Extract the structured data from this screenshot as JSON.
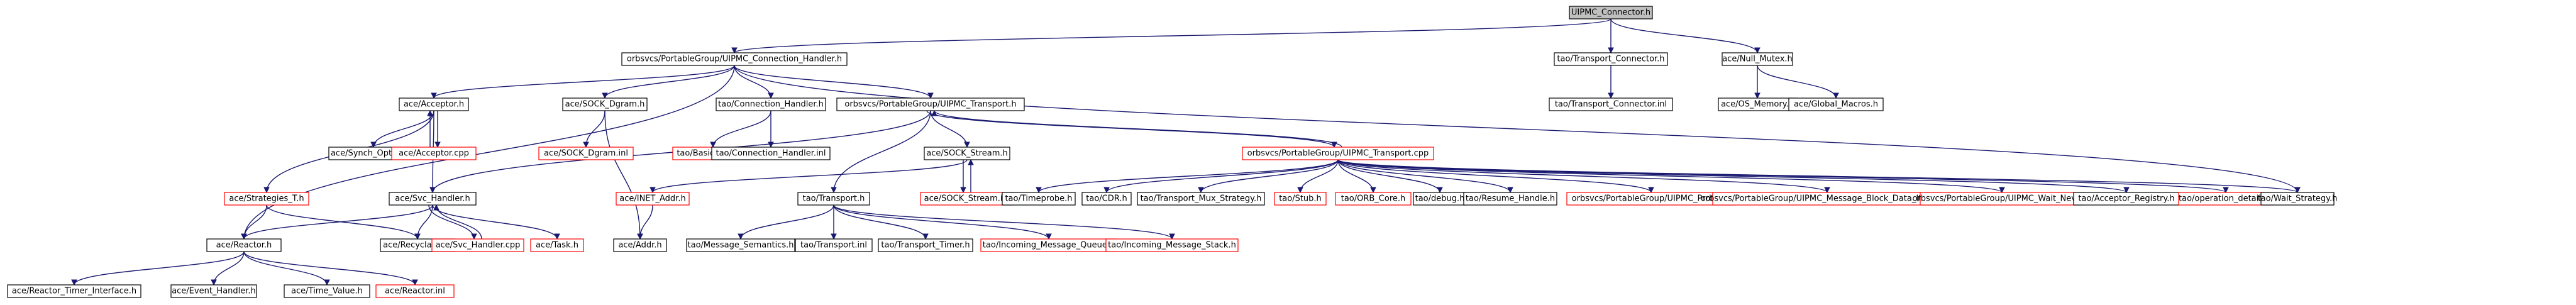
{
  "diagram": {
    "title": "UIPMC_Connector.h",
    "colors": {
      "edge": "#191970",
      "root_fill": "#bfbfbf",
      "node_fill": "#ffffff",
      "node_border": "#000000",
      "missing_border": "#ff0000"
    },
    "nodes": [
      {
        "id": "n0",
        "label": "UIPMC_Connector.h",
        "kind": "root"
      },
      {
        "id": "n1",
        "label": "orbsvcs/PortableGroup/UIPMC_Connection_Handler.h",
        "kind": "normal"
      },
      {
        "id": "n2",
        "label": "tao/Transport_Connector.h",
        "kind": "normal"
      },
      {
        "id": "n3",
        "label": "ace/Null_Mutex.h",
        "kind": "normal"
      },
      {
        "id": "n4",
        "label": "tao/Transport_Connector.inl",
        "kind": "normal"
      },
      {
        "id": "n5",
        "label": "ace/OS_Memory.h",
        "kind": "normal"
      },
      {
        "id": "n6",
        "label": "ace/Global_Macros.h",
        "kind": "normal"
      },
      {
        "id": "n7",
        "label": "ace/Acceptor.h",
        "kind": "normal"
      },
      {
        "id": "n8",
        "label": "ace/SOCK_Dgram.h",
        "kind": "normal"
      },
      {
        "id": "n9",
        "label": "tao/Connection_Handler.h",
        "kind": "normal"
      },
      {
        "id": "n10",
        "label": "orbsvcs/PortableGroup/UIPMC_Transport.h",
        "kind": "normal"
      },
      {
        "id": "n11",
        "label": "ace/Synch_Options.h",
        "kind": "normal"
      },
      {
        "id": "n12",
        "label": "ace/Acceptor.cpp",
        "kind": "missing"
      },
      {
        "id": "n13",
        "label": "ace/SOCK_Dgram.inl",
        "kind": "missing"
      },
      {
        "id": "n14",
        "label": "tao/Basic_Types.h",
        "kind": "missing"
      },
      {
        "id": "n15",
        "label": "tao/Connection_Handler.inl",
        "kind": "normal"
      },
      {
        "id": "n16",
        "label": "ace/SOCK_Stream.h",
        "kind": "normal"
      },
      {
        "id": "n17",
        "label": "orbsvcs/PortableGroup/UIPMC_Transport.cpp",
        "kind": "missing"
      },
      {
        "id": "n18",
        "label": "ace/Strategies_T.h",
        "kind": "missing"
      },
      {
        "id": "n19",
        "label": "ace/Svc_Handler.h",
        "kind": "normal"
      },
      {
        "id": "n20",
        "label": "ace/INET_Addr.h",
        "kind": "missing"
      },
      {
        "id": "n21",
        "label": "tao/Transport.h",
        "kind": "normal"
      },
      {
        "id": "n22",
        "label": "ace/SOCK_Stream.inl",
        "kind": "missing"
      },
      {
        "id": "n23",
        "label": "tao/Timeprobe.h",
        "kind": "normal"
      },
      {
        "id": "n24",
        "label": "tao/CDR.h",
        "kind": "normal"
      },
      {
        "id": "n25",
        "label": "tao/Transport_Mux_Strategy.h",
        "kind": "normal"
      },
      {
        "id": "n26",
        "label": "tao/Stub.h",
        "kind": "missing"
      },
      {
        "id": "n27",
        "label": "tao/ORB_Core.h",
        "kind": "missing"
      },
      {
        "id": "n28",
        "label": "tao/debug.h",
        "kind": "normal"
      },
      {
        "id": "n29",
        "label": "tao/Resume_Handle.h",
        "kind": "normal"
      },
      {
        "id": "n30",
        "label": "orbsvcs/PortableGroup/UIPMC_Profile.h",
        "kind": "missing"
      },
      {
        "id": "n31",
        "label": "orbsvcs/PortableGroup/UIPMC_Message_Block_Data_Iterator.h",
        "kind": "missing"
      },
      {
        "id": "n32",
        "label": "orbsvcs/PortableGroup/UIPMC_Wait_Never.h",
        "kind": "missing"
      },
      {
        "id": "n33",
        "label": "tao/Acceptor_Registry.h",
        "kind": "normal"
      },
      {
        "id": "n34",
        "label": "tao/operation_details.h",
        "kind": "missing"
      },
      {
        "id": "n35",
        "label": "tao/Wait_Strategy.h",
        "kind": "normal"
      },
      {
        "id": "n36",
        "label": "ace/Reactor.h",
        "kind": "normal"
      },
      {
        "id": "n37",
        "label": "ace/Recyclable.h",
        "kind": "normal"
      },
      {
        "id": "n38",
        "label": "ace/Svc_Handler.cpp",
        "kind": "missing"
      },
      {
        "id": "n39",
        "label": "ace/Task.h",
        "kind": "missing"
      },
      {
        "id": "n40",
        "label": "ace/Addr.h",
        "kind": "normal"
      },
      {
        "id": "n41",
        "label": "tao/Message_Semantics.h",
        "kind": "normal"
      },
      {
        "id": "n42",
        "label": "tao/Transport.inl",
        "kind": "normal"
      },
      {
        "id": "n43",
        "label": "tao/Transport_Timer.h",
        "kind": "normal"
      },
      {
        "id": "n44",
        "label": "tao/Incoming_Message_Queue.h",
        "kind": "missing"
      },
      {
        "id": "n45",
        "label": "tao/Incoming_Message_Stack.h",
        "kind": "missing"
      },
      {
        "id": "n46",
        "label": "ace/Reactor_Timer_Interface.h",
        "kind": "normal"
      },
      {
        "id": "n47",
        "label": "ace/Event_Handler.h",
        "kind": "normal"
      },
      {
        "id": "n48",
        "label": "ace/Time_Value.h",
        "kind": "normal"
      },
      {
        "id": "n49",
        "label": "ace/Reactor.inl",
        "kind": "missing"
      }
    ],
    "edges": [
      [
        "n0",
        "n1"
      ],
      [
        "n0",
        "n2"
      ],
      [
        "n0",
        "n3"
      ],
      [
        "n2",
        "n4"
      ],
      [
        "n3",
        "n5"
      ],
      [
        "n3",
        "n6"
      ],
      [
        "n1",
        "n7"
      ],
      [
        "n1",
        "n8"
      ],
      [
        "n1",
        "n9"
      ],
      [
        "n1",
        "n10"
      ],
      [
        "n1",
        "n36"
      ],
      [
        "n1",
        "n35"
      ],
      [
        "n7",
        "n11"
      ],
      [
        "n7",
        "n12"
      ],
      [
        "n12",
        "n7"
      ],
      [
        "n7",
        "n18"
      ],
      [
        "n7",
        "n19"
      ],
      [
        "n8",
        "n13"
      ],
      [
        "n8",
        "n40"
      ],
      [
        "n9",
        "n14"
      ],
      [
        "n9",
        "n15"
      ],
      [
        "n10",
        "n16"
      ],
      [
        "n10",
        "n17"
      ],
      [
        "n17",
        "n10"
      ],
      [
        "n10",
        "n19"
      ],
      [
        "n10",
        "n21"
      ],
      [
        "n16",
        "n22"
      ],
      [
        "n22",
        "n16"
      ],
      [
        "n16",
        "n20"
      ],
      [
        "n17",
        "n23"
      ],
      [
        "n17",
        "n24"
      ],
      [
        "n17",
        "n25"
      ],
      [
        "n17",
        "n26"
      ],
      [
        "n17",
        "n27"
      ],
      [
        "n17",
        "n28"
      ],
      [
        "n17",
        "n29"
      ],
      [
        "n17",
        "n30"
      ],
      [
        "n17",
        "n31"
      ],
      [
        "n17",
        "n32"
      ],
      [
        "n17",
        "n33"
      ],
      [
        "n17",
        "n34"
      ],
      [
        "n17",
        "n35"
      ],
      [
        "n18",
        "n36"
      ],
      [
        "n18",
        "n37"
      ],
      [
        "n19",
        "n36"
      ],
      [
        "n19",
        "n37"
      ],
      [
        "n19",
        "n38"
      ],
      [
        "n38",
        "n19"
      ],
      [
        "n19",
        "n39"
      ],
      [
        "n20",
        "n40"
      ],
      [
        "n21",
        "n41"
      ],
      [
        "n21",
        "n42"
      ],
      [
        "n21",
        "n43"
      ],
      [
        "n21",
        "n44"
      ],
      [
        "n21",
        "n45"
      ],
      [
        "n36",
        "n46"
      ],
      [
        "n36",
        "n47"
      ],
      [
        "n36",
        "n48"
      ],
      [
        "n36",
        "n49"
      ]
    ]
  }
}
